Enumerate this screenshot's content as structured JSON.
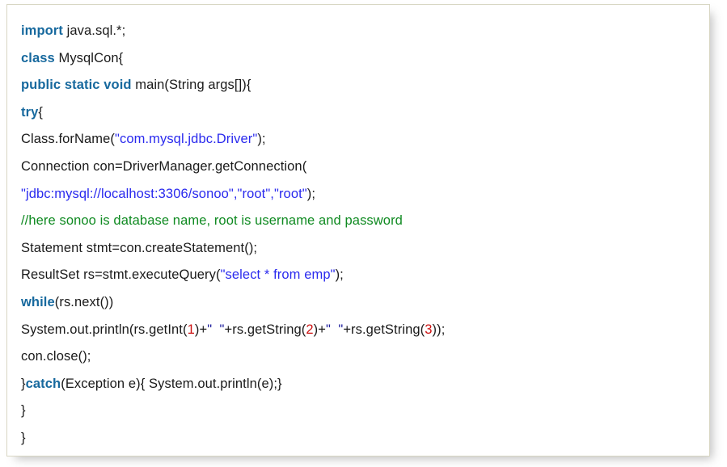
{
  "code_block": {
    "language": "java",
    "border_color": "#d8d6c3",
    "background_color": "#ffffff",
    "token_colors": {
      "keyword": "#17699e",
      "string": "#2a2aee",
      "string_dark": "#1f1f9e",
      "comment": "#0f8a21",
      "number": "#cc1111",
      "plain": "#1a1a1a"
    },
    "lines": [
      {
        "index": 1,
        "text": "import java.sql.*;",
        "tokens": [
          {
            "t": "import",
            "c": "kw"
          },
          {
            "t": " java.sql.*;",
            "c": "plain"
          }
        ]
      },
      {
        "index": 2,
        "text": "class MysqlCon{",
        "tokens": [
          {
            "t": "class",
            "c": "kw"
          },
          {
            "t": " MysqlCon{",
            "c": "plain"
          }
        ]
      },
      {
        "index": 3,
        "text": "public static void main(String args[]){",
        "tokens": [
          {
            "t": "public static void",
            "c": "kw"
          },
          {
            "t": " main(String args[]){",
            "c": "plain"
          }
        ]
      },
      {
        "index": 4,
        "text": "try{",
        "tokens": [
          {
            "t": "try",
            "c": "kw"
          },
          {
            "t": "{",
            "c": "plain"
          }
        ]
      },
      {
        "index": 5,
        "text": "Class.forName(\"com.mysql.jdbc.Driver\");",
        "tokens": [
          {
            "t": "Class.forName(",
            "c": "plain"
          },
          {
            "t": "\"com.mysql.jdbc.Driver\"",
            "c": "str"
          },
          {
            "t": ");",
            "c": "plain"
          }
        ]
      },
      {
        "index": 6,
        "text": "Connection con=DriverManager.getConnection(",
        "tokens": [
          {
            "t": "Connection con=DriverManager.getConnection(",
            "c": "plain"
          }
        ]
      },
      {
        "index": 7,
        "text": "\"jdbc:mysql://localhost:3306/sonoo\",\"root\",\"root\");",
        "tokens": [
          {
            "t": "\"jdbc:mysql://localhost:3306/sonoo\"",
            "c": "str"
          },
          {
            "t": ",",
            "c": "str"
          },
          {
            "t": "\"root\"",
            "c": "str"
          },
          {
            "t": ",",
            "c": "str"
          },
          {
            "t": "\"root\"",
            "c": "str"
          },
          {
            "t": ");",
            "c": "plain"
          }
        ]
      },
      {
        "index": 8,
        "text": "//here sonoo is database name, root is username and password",
        "tokens": [
          {
            "t": "//here sonoo is database name, root is username and password",
            "c": "com"
          }
        ]
      },
      {
        "index": 9,
        "text": "Statement stmt=con.createStatement();",
        "tokens": [
          {
            "t": "Statement stmt=con.createStatement();",
            "c": "plain"
          }
        ]
      },
      {
        "index": 10,
        "text": "ResultSet rs=stmt.executeQuery(\"select * from emp\");",
        "tokens": [
          {
            "t": "ResultSet rs=stmt.executeQuery(",
            "c": "plain"
          },
          {
            "t": "\"select * from emp\"",
            "c": "str"
          },
          {
            "t": ");",
            "c": "plain"
          }
        ]
      },
      {
        "index": 11,
        "text": "while(rs.next())",
        "tokens": [
          {
            "t": "while",
            "c": "kw"
          },
          {
            "t": "(rs.next())",
            "c": "plain"
          }
        ]
      },
      {
        "index": 12,
        "text": "System.out.println(rs.getInt(1)+\"  \"+rs.getString(2)+\"  \"+rs.getString(3));",
        "tokens": [
          {
            "t": "System.out.println(rs.getInt(",
            "c": "plain"
          },
          {
            "t": "1",
            "c": "num"
          },
          {
            "t": ")+",
            "c": "plain"
          },
          {
            "t": "\"  \"",
            "c": "strd"
          },
          {
            "t": "+rs.getString(",
            "c": "plain"
          },
          {
            "t": "2",
            "c": "num"
          },
          {
            "t": ")+",
            "c": "plain"
          },
          {
            "t": "\"  \"",
            "c": "strd"
          },
          {
            "t": "+rs.getString(",
            "c": "plain"
          },
          {
            "t": "3",
            "c": "num"
          },
          {
            "t": "));",
            "c": "plain"
          }
        ]
      },
      {
        "index": 13,
        "text": "con.close();",
        "tokens": [
          {
            "t": "con.close();",
            "c": "plain"
          }
        ]
      },
      {
        "index": 14,
        "text": "}catch(Exception e){ System.out.println(e);}",
        "tokens": [
          {
            "t": "}",
            "c": "plain"
          },
          {
            "t": "catch",
            "c": "kw"
          },
          {
            "t": "(Exception e){ System.out.println(e);}",
            "c": "plain"
          }
        ]
      },
      {
        "index": 15,
        "text": "}",
        "tokens": [
          {
            "t": "}",
            "c": "plain"
          }
        ]
      },
      {
        "index": 16,
        "text": "}",
        "tokens": [
          {
            "t": "}",
            "c": "plain"
          }
        ]
      }
    ]
  }
}
